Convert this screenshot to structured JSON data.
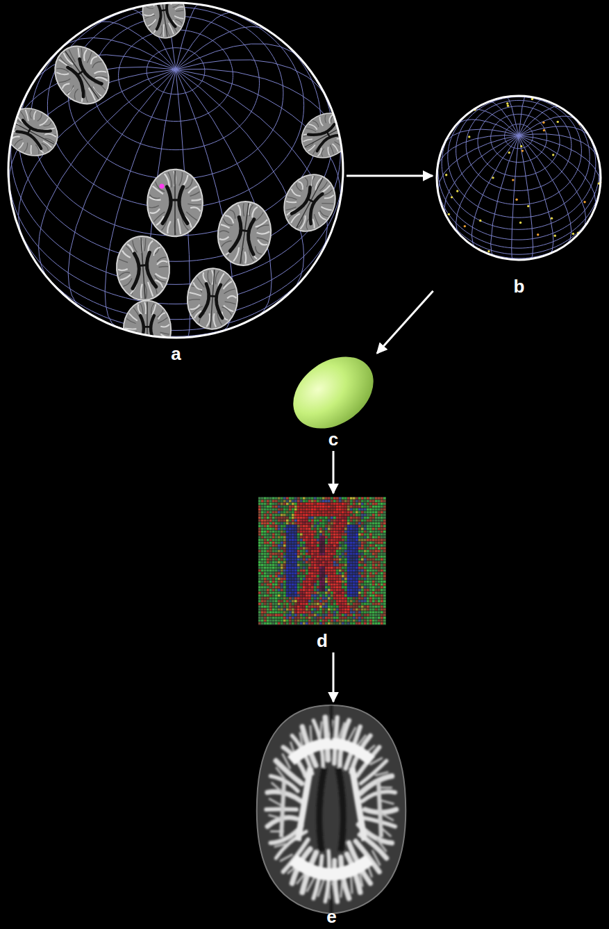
{
  "diagram": {
    "nodes": [
      {
        "text": [
          "a"
        ]
      },
      {
        "text": [
          "b"
        ]
      },
      {
        "text": [
          "c"
        ]
      },
      {
        "text": [
          "d"
        ]
      },
      {
        "text": [
          "e"
        ]
      }
    ],
    "edges": [
      {
        "from": 0,
        "to": 1,
        "arrow": "to"
      },
      {
        "from": 1,
        "to": 2,
        "arrow": "to"
      },
      {
        "from": 2,
        "to": 3,
        "arrow": "to"
      },
      {
        "from": 3,
        "to": 4,
        "arrow": "to"
      }
    ]
  }
}
